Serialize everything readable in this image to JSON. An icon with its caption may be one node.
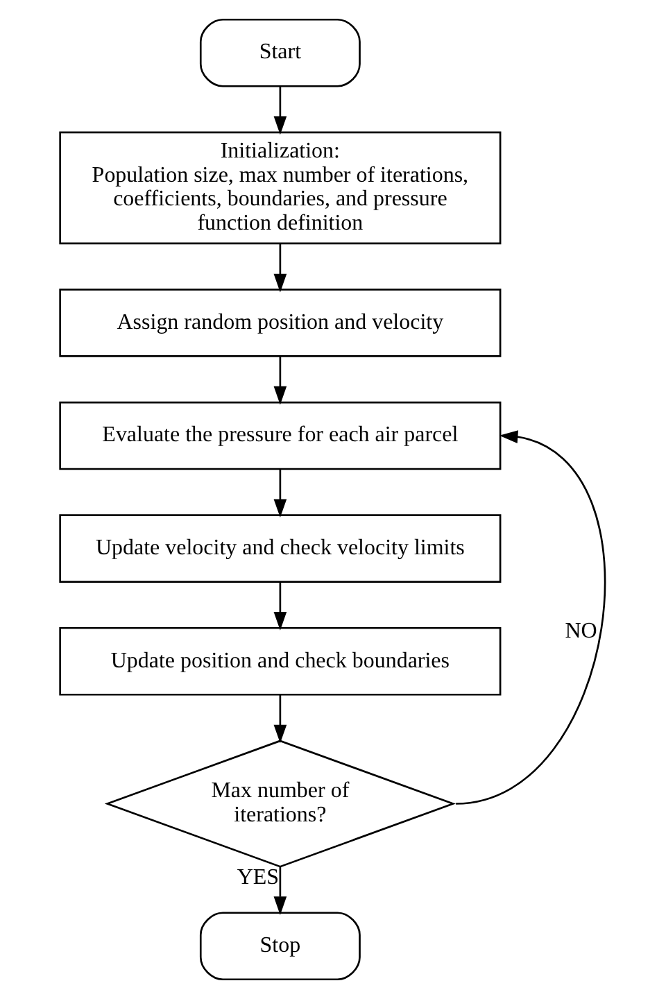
{
  "diagram": {
    "nodes": [
      {
        "text": [
          "Start"
        ]
      },
      {
        "text": [
          "Initialization:",
          "Population size, max number of iterations, coefficients, boundaries, and pressure function definition"
        ]
      },
      {
        "text": [
          "Assign random position and velocity"
        ]
      },
      {
        "text": [
          "Evaluate the pressure for each air parcel"
        ]
      },
      {
        "text": [
          "Update velocity and check velocity limits"
        ]
      },
      {
        "text": [
          "Update position and check boundaries"
        ]
      },
      {
        "text": [
          "Max number of iterations?"
        ]
      },
      {
        "text": [
          "Stop"
        ]
      }
    ],
    "edges": [
      {
        "from": 0,
        "to": 1,
        "arrow": "to"
      },
      {
        "from": 1,
        "to": 2,
        "arrow": "to"
      },
      {
        "from": 2,
        "to": 3,
        "arrow": "to"
      },
      {
        "from": 3,
        "to": 4,
        "arrow": "to"
      },
      {
        "from": 4,
        "to": 5,
        "arrow": "to"
      },
      {
        "from": 5,
        "to": 6,
        "arrow": "to"
      },
      {
        "from": 6,
        "to": 3,
        "arrow": "to",
        "label": "NO"
      },
      {
        "from": 6,
        "to": 7,
        "arrow": "to",
        "label": "YES"
      }
    ]
  }
}
